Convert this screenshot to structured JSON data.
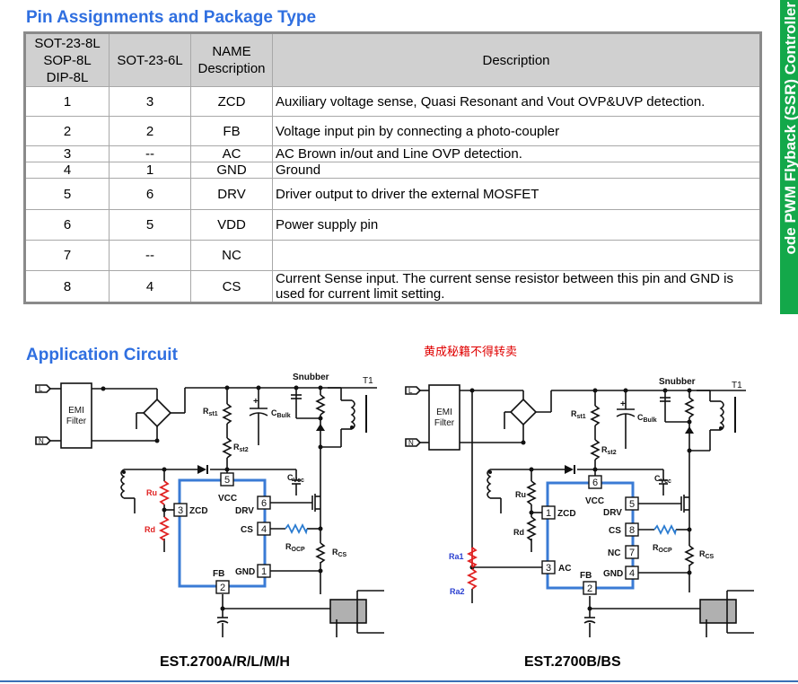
{
  "side_tab": {
    "text": "ode PWM Flyback (SSR) Controller"
  },
  "pin_section": {
    "title": "Pin Assignments and Package Type",
    "headers": [
      "SOT-23-8L\nSOP-8L\nDIP-8L",
      "SOT-23-6L",
      "NAME\nDescription",
      "Description"
    ],
    "header_lines": {
      "col1": [
        "SOT-23-8L",
        "SOP-8L",
        "DIP-8L"
      ],
      "col2": "SOT-23-6L",
      "col3": [
        "NAME",
        "Description"
      ],
      "col4": "Description"
    },
    "rows": [
      {
        "pin8": "1",
        "pin6": "3",
        "name": "ZCD",
        "desc": "Auxiliary voltage sense, Quasi Resonant and Vout OVP&UVP detection."
      },
      {
        "pin8": "2",
        "pin6": "2",
        "name": "FB",
        "desc": "Voltage input pin by connecting a photo-coupler"
      },
      {
        "pin8": "3",
        "pin6": "--",
        "name": "AC",
        "desc": "AC Brown in/out and Line OVP detection."
      },
      {
        "pin8": "4",
        "pin6": "1",
        "name": "GND",
        "desc": "Ground"
      },
      {
        "pin8": "5",
        "pin6": "6",
        "name": "DRV",
        "desc": "Driver output to driver the external MOSFET"
      },
      {
        "pin8": "6",
        "pin6": "5",
        "name": "VDD",
        "desc": "Power supply pin"
      },
      {
        "pin8": "7",
        "pin6": "--",
        "name": "NC",
        "desc": ""
      },
      {
        "pin8": "8",
        "pin6": "4",
        "name": "CS",
        "desc": "Current Sense input. The current sense resistor between this pin and GND is used for current limit setting."
      }
    ]
  },
  "app_section": {
    "title": "Application Circuit",
    "watermark": "黄成秘籍不得转卖",
    "circuits": [
      {
        "caption": "EST.2700A/R/L/M/H",
        "labels": {
          "L": "L",
          "N": "N",
          "emi1": "EMI",
          "emi2": "Filter",
          "rst1": "R",
          "rst1_sub": "st1",
          "rst2": "R",
          "rst2_sub": "st2",
          "cbulk": "C",
          "cbulk_sub": "Bulk",
          "plus": "+",
          "snubber": "Snubber",
          "t1": "T1",
          "cvcc": "C",
          "cvcc_sub": "Vcc",
          "ru": "Ru",
          "rd": "Rd",
          "rocp": "R",
          "rocp_sub": "OCP",
          "rcs": "R",
          "rcs_sub": "CS",
          "vcc": "VCC",
          "zcd": "ZCD",
          "drv": "DRV",
          "cs": "CS",
          "gnd": "GND",
          "fb": "FB"
        },
        "pins": {
          "vcc": "5",
          "zcd": "3",
          "drv": "6",
          "cs": "4",
          "gnd": "1",
          "fb": "2"
        }
      },
      {
        "caption": "EST.2700B/BS",
        "labels": {
          "L": "L",
          "N": "N",
          "emi1": "EMI",
          "emi2": "Filter",
          "rst1": "R",
          "rst1_sub": "st1",
          "rst2": "R",
          "rst2_sub": "st2",
          "cbulk": "C",
          "cbulk_sub": "Bulk",
          "plus": "+",
          "snubber": "Snubber",
          "t1": "T1",
          "cvcc": "C",
          "cvcc_sub": "Vcc",
          "ru": "Ru",
          "rd": "Rd",
          "ra1": "Ra1",
          "ra2": "Ra2",
          "rocp": "R",
          "rocp_sub": "OCP",
          "rcs": "R",
          "rcs_sub": "CS",
          "vcc": "VCC",
          "zcd": "ZCD",
          "drv": "DRV",
          "cs": "CS",
          "nc": "NC",
          "ac": "AC",
          "gnd": "GND",
          "fb": "FB"
        },
        "pins": {
          "vcc": "6",
          "zcd": "1",
          "drv": "5",
          "cs": "8",
          "nc": "7",
          "ac": "3",
          "gnd": "4",
          "fb": "2"
        }
      }
    ]
  },
  "colors": {
    "title_blue": "#2f6fe0",
    "ic_outline_blue": "#3a7bd5",
    "resistor_red": "#e02020",
    "label_blue": "#2a3fd0",
    "side_green": "#13a84a",
    "header_gray": "#d0d0d0"
  }
}
